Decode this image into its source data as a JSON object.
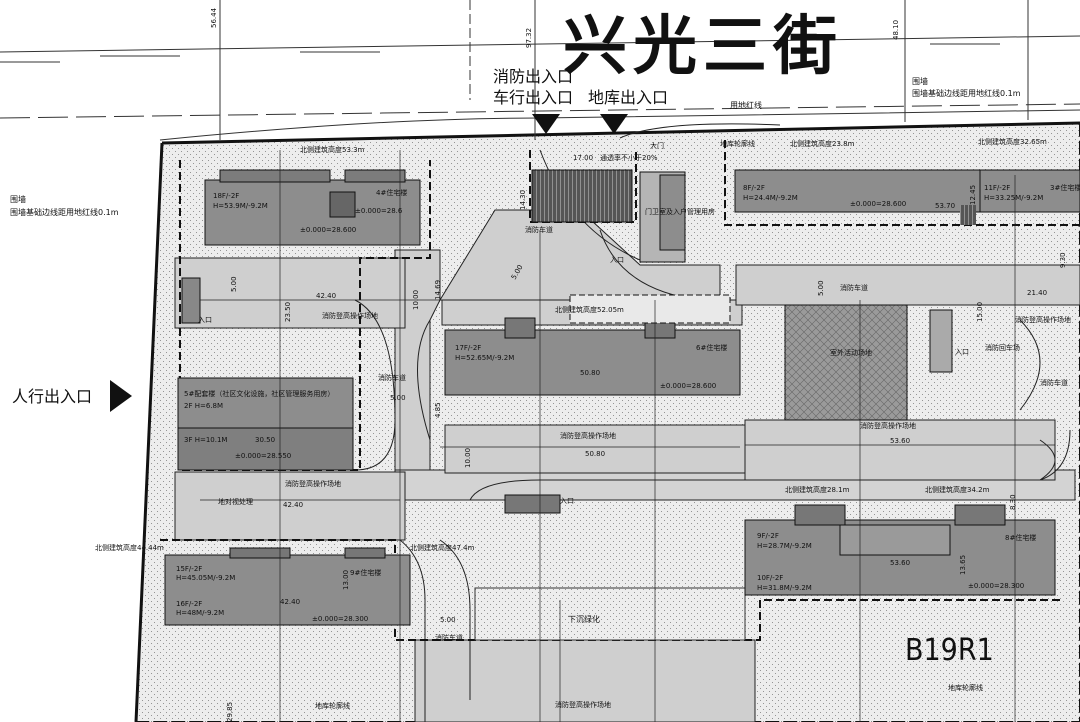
{
  "street_name": "兴光三街",
  "site_code": "B19R1",
  "entrances": {
    "fire_exit": "消防出入口",
    "vehicle_exit": "车行出入口",
    "garage_exit": "地库出入口",
    "pedestrian_exit": "人行出入口"
  },
  "boundary": {
    "red_line": "用地红线",
    "wall_left": "围墙",
    "wall_left_note": "围墙基础边线距用地红线0.1m",
    "wall_right": "围墙",
    "wall_right_note": "围墙基础边线距用地红线0.1m"
  },
  "top_dims": [
    "56.44",
    "97.32",
    "48.10"
  ],
  "buildings": [
    {
      "id": "b4",
      "name": "4#住宅楼",
      "floors": "18F/-2F",
      "height": "H=53.9M/-9.2M",
      "elev_a": "±0.000=28.600",
      "elev_b": "±0.000=28.6",
      "north": "北侧建筑高度53.3m"
    },
    {
      "id": "b5",
      "name": "5#配套楼（社区文化设施，社区管理服务用房）",
      "floors": "2F H=6.8M",
      "floors_b": "3F  H=10.1M",
      "width": "30.50",
      "elev": "±0.000=28.550"
    },
    {
      "id": "b6",
      "name": "6#住宅楼",
      "floors": "17F/-2F",
      "height": "H=52.65M/-9.2M",
      "width": "50.80",
      "elev": "±0.000=28.600",
      "north": "北侧建筑高度52.05m"
    },
    {
      "id": "b9",
      "name": "9#住宅楼",
      "floors_a": "15F/-2F",
      "height_a": "H=45.05M/-9.2M",
      "floors_b": "16F/-2F",
      "height_b": "H=48M/-9.2M",
      "width": "42.40",
      "elev": "±0.000=28.300",
      "north_a": "北侧建筑高度44.44m",
      "north_b": "北侧建筑高度47.4m"
    },
    {
      "id": "b8",
      "name": "8#住宅楼",
      "floors_a": "9F/-2F",
      "height_a": "H=28.7M/-9.2M",
      "floors_b": "10F/-2F",
      "height_b": "H=31.8M/-9.2M",
      "width": "53.60",
      "elev": "±0.000=28.300",
      "north_a": "北侧建筑高度28.1m",
      "north_b": "北侧建筑高度34.2m"
    },
    {
      "id": "b2",
      "name": "",
      "floors": "8F/-2F",
      "height": "H=24.4M/-9.2M",
      "width": "53.70",
      "elev": "±0.000=28.600",
      "north": "北侧建筑高度23.8m"
    },
    {
      "id": "b3",
      "name": "3#住宅楼",
      "floors": "11F/-2F",
      "height": "H=33.25M/-9.2M",
      "north": "北侧建筑高度32.65m"
    }
  ],
  "roads": {
    "fire_lane": "消防车道",
    "fire_turn": "消防回车场",
    "fire_pad": "消防登高操作场地",
    "sunken_green": "下沉绿化",
    "garage_outline": "地库轮廓线",
    "visual_treatment": "地对视处理",
    "gate": "大门",
    "guard": "门卫室及入户管理用房",
    "fence_note": "通透率不小于20%",
    "garage_entry": "入口",
    "activity": "室外活动场地"
  },
  "dims": {
    "d1700": "17.00",
    "d1430": "14.30",
    "d500": "5.00",
    "d1000": "10.00",
    "d1469": "14.69",
    "d4240": "42.40",
    "d2350": "23.50",
    "d5080": "50.80",
    "d485": "4.85",
    "d5360": "53.60",
    "d2140": "21.40",
    "d1500": "15.00",
    "d1245": "12.45",
    "d930": "9.30",
    "d1365": "13.65",
    "d830": "8.30",
    "d1365b": "13.65",
    "d1300": "13.00",
    "d2985": "29.85"
  }
}
